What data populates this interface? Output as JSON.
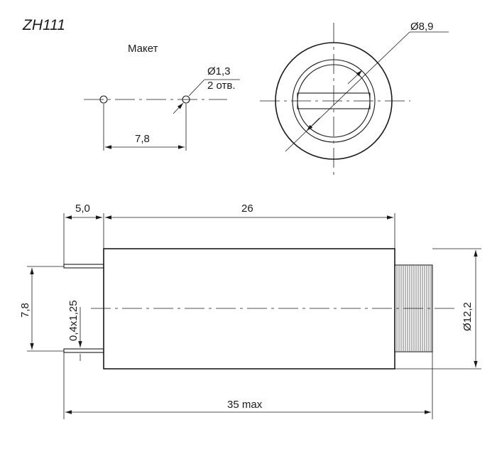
{
  "title": "ZH111",
  "layout_label": "Макет",
  "dimensions": {
    "hole_diameter": "Ø1,3",
    "hole_count": "2 отв.",
    "hole_spacing": "7,8",
    "cap_diameter": "Ø8,9",
    "pin_length": "5,0",
    "body_length": "26",
    "pin_pitch": "7,8",
    "pin_section": "0,4x1,25",
    "body_diameter": "Ø12,2",
    "overall_length": "35 max"
  },
  "colors": {
    "line": "#1a1a1a",
    "background": "#ffffff"
  }
}
